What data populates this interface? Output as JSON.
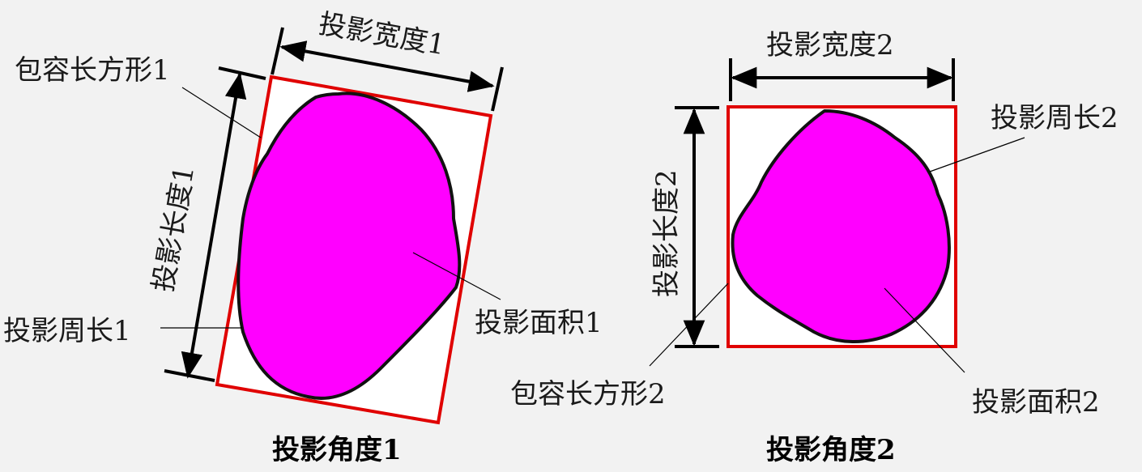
{
  "colors": {
    "background": "#f2f2f2",
    "shape_fill": "#ff00ff",
    "shape_outline": "#111111",
    "rectangle_stroke": "#e00000",
    "rectangle_fill": "#ffffff"
  },
  "left": {
    "projection_width": "投影宽度1",
    "bounding_rectangle": "包容长方形1",
    "projection_length": "投影长度1",
    "projection_perimeter": "投影周长1",
    "projection_area": "投影面积1",
    "caption": "投影角度1"
  },
  "right": {
    "projection_width": "投影宽度2",
    "projection_perimeter": "投影周长2",
    "projection_length": "投影长度2",
    "bounding_rectangle": "包容长方形2",
    "projection_area": "投影面积2",
    "caption": "投影角度2"
  }
}
